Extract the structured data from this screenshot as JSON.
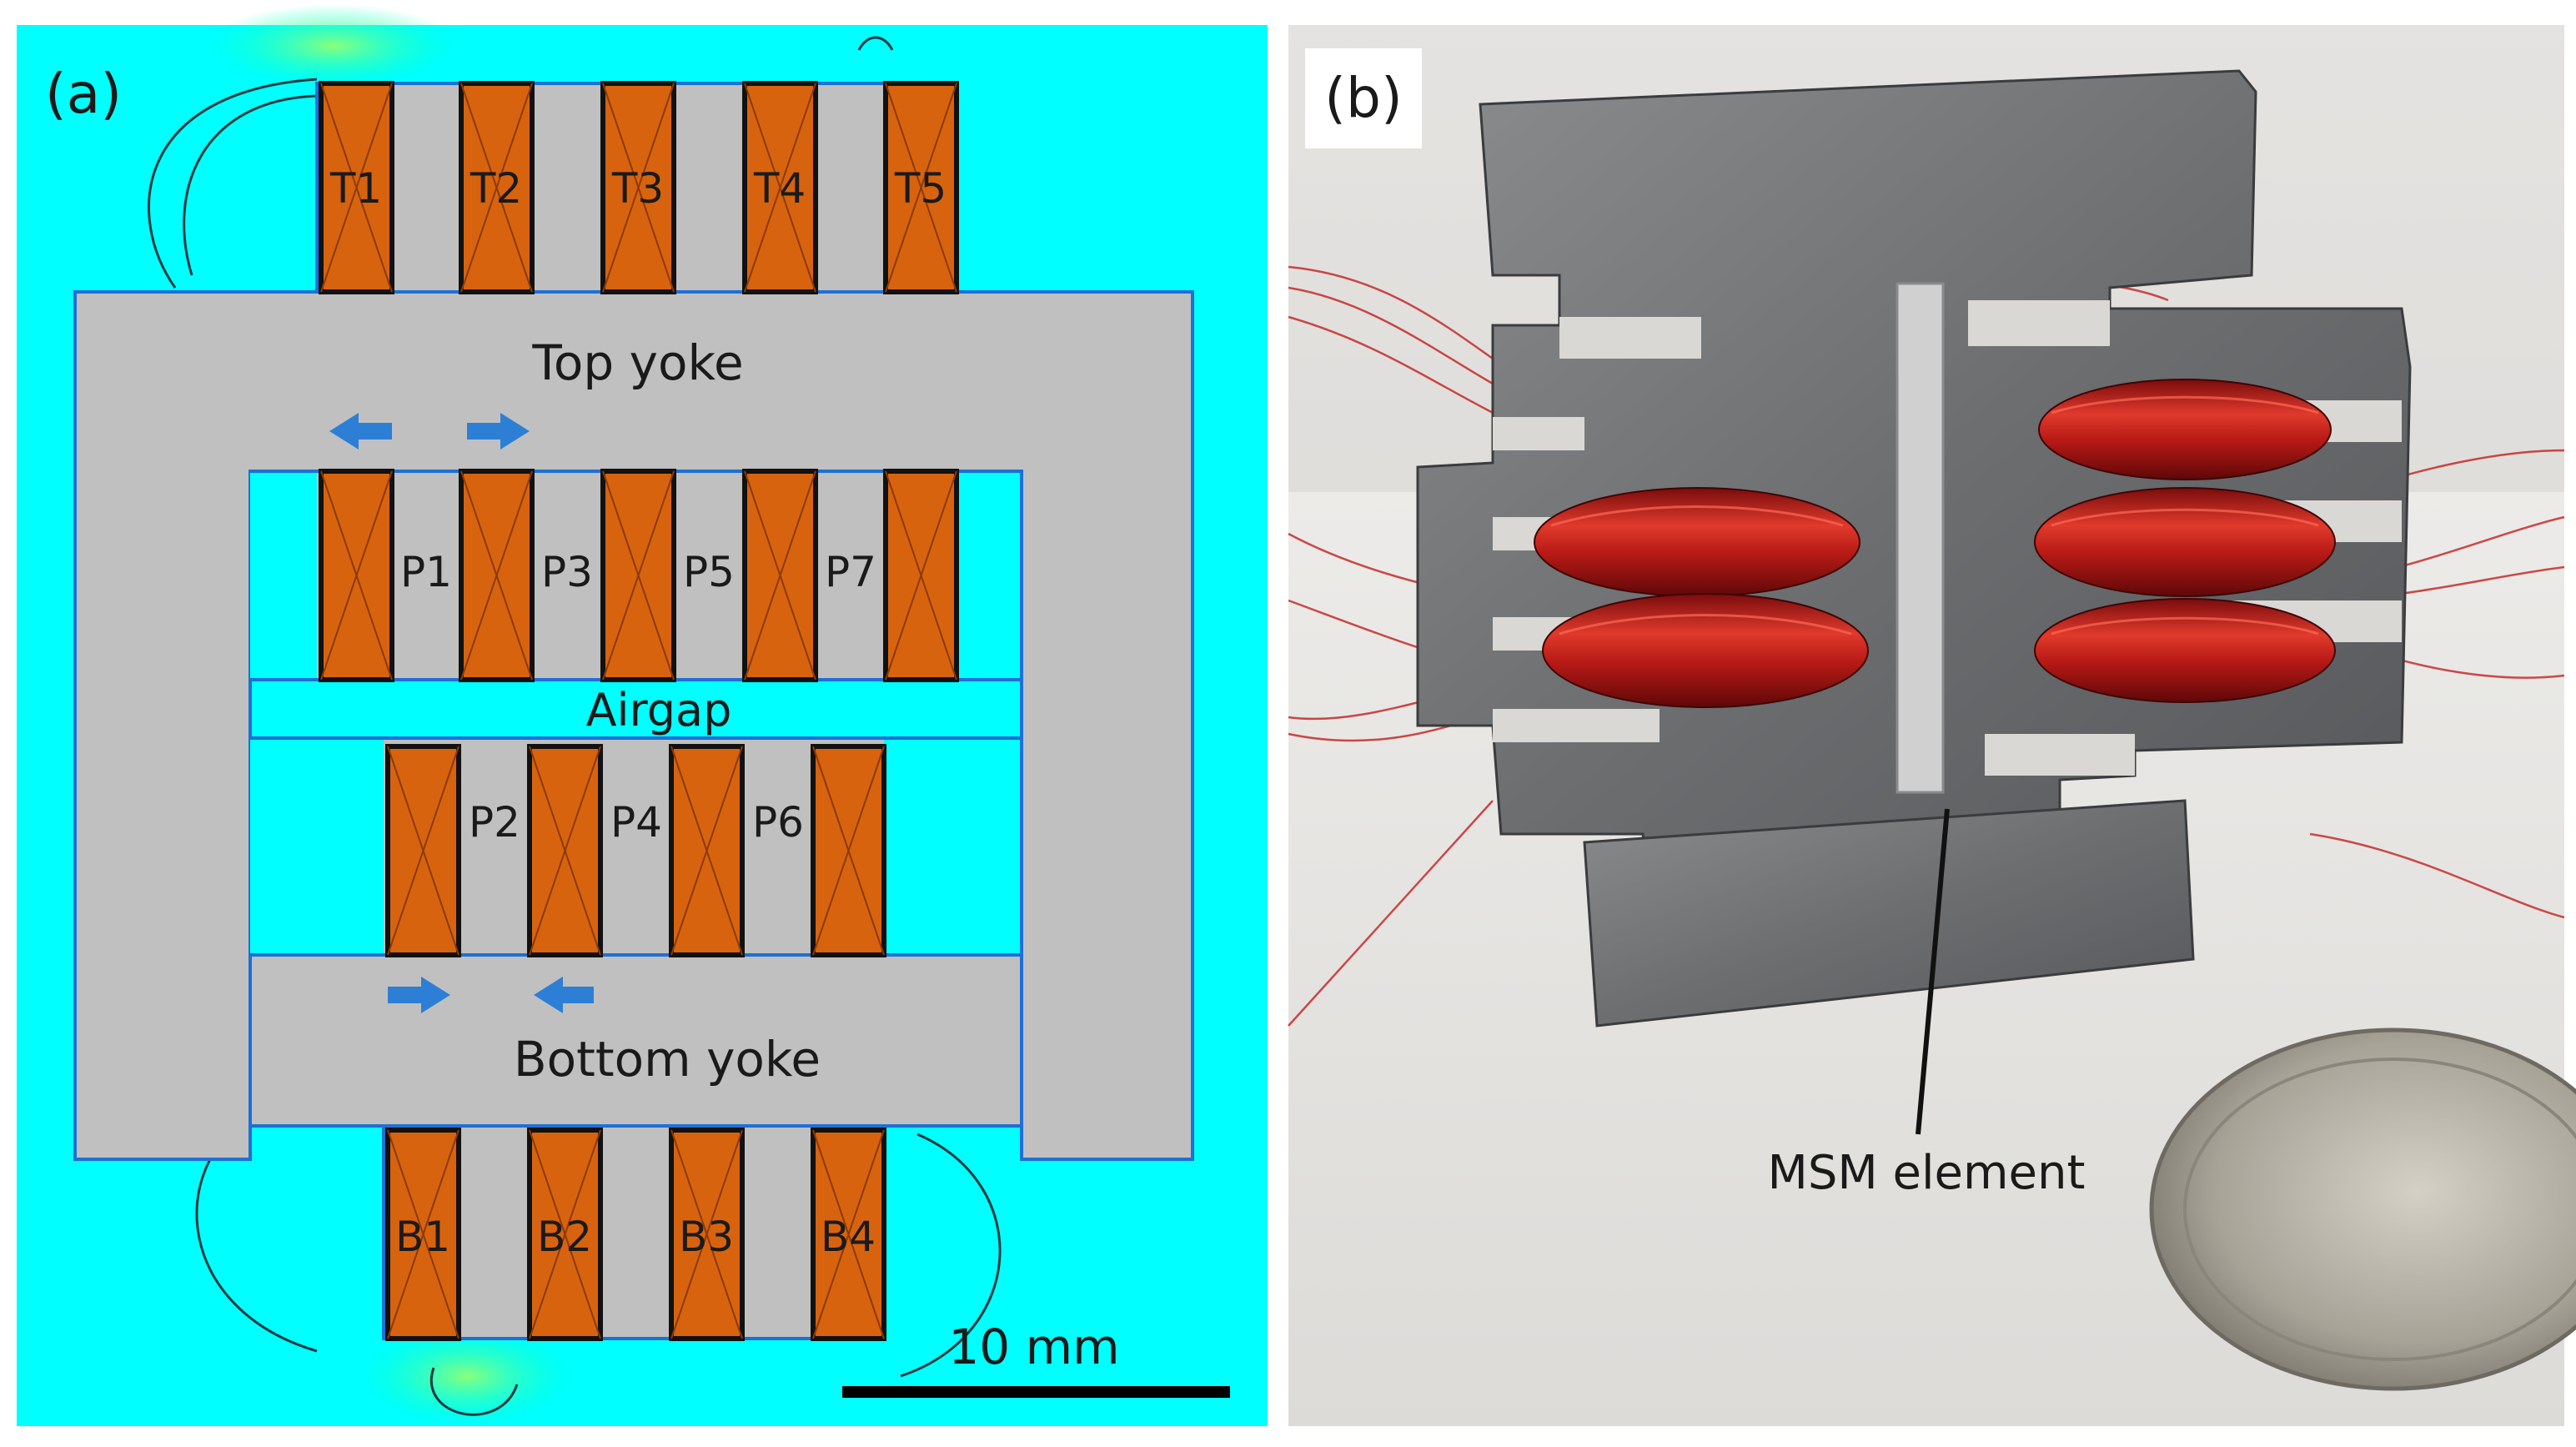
{
  "panel_a": {
    "panel_label": "(a)",
    "top_coils": [
      "T1",
      "T2",
      "T3",
      "T4",
      "T5"
    ],
    "pole_labels_top": [
      "P1",
      "P3",
      "P5",
      "P7"
    ],
    "pole_labels_bottom": [
      "P2",
      "P4",
      "P6"
    ],
    "bottom_coils": [
      "B1",
      "B2",
      "B3",
      "B4"
    ],
    "top_yoke_label": "Top yoke",
    "bottom_yoke_label": "Bottom yoke",
    "airgap_label": "Airgap",
    "scale_bar_label": "10 mm",
    "colors": {
      "background": "#00ffff",
      "iron": "#c0c0c0",
      "coil": "#d8630e",
      "arrow": "#2d7fd6",
      "field_high": "#e8ff6e",
      "field_low": "#66ff99"
    }
  },
  "panel_b": {
    "panel_label": "(b)",
    "callout_label": "MSM element",
    "colors": {
      "steel": "#707274",
      "wire": "#c2201e",
      "table": "#ececea"
    }
  }
}
